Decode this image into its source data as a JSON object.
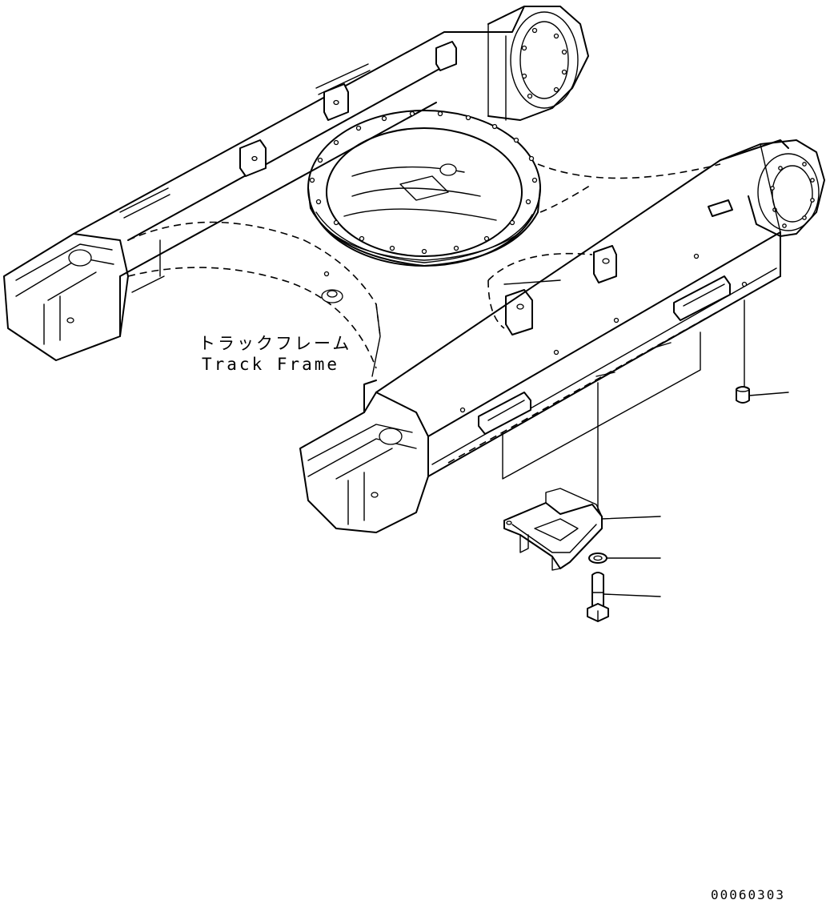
{
  "labels": {
    "track_frame_jp": "トラックフレーム",
    "track_frame_en": "Track Frame"
  },
  "drawing_code": "00060303",
  "parts": [
    {
      "name": "rock-guard-bracket"
    },
    {
      "name": "washer"
    },
    {
      "name": "bolt"
    },
    {
      "name": "plug"
    }
  ]
}
